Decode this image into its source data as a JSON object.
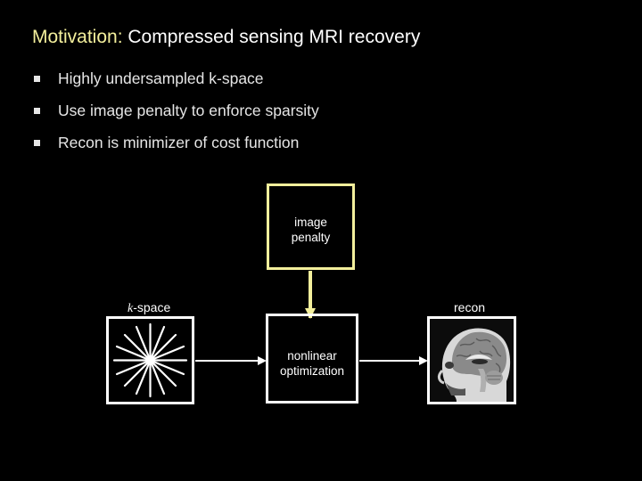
{
  "slide": {
    "title_highlight": "Motivation:",
    "title_rest": " Compressed sensing MRI recovery",
    "bullets": [
      "Highly undersampled k-space",
      "Use image penalty to enforce sparsity",
      "Recon is minimizer of cost function"
    ]
  },
  "diagram": {
    "penalty_label": "image\npenalty",
    "optimization_label": "nonlinear\noptimization",
    "kspace_caption_var": "k",
    "kspace_caption_rest": "-space",
    "recon_caption": "recon"
  },
  "colors": {
    "background": "#000000",
    "title_accent": "#f3ef9c",
    "penalty_box": "#f3ef9c",
    "text": "#ffffff"
  },
  "icons": {
    "kspace": "radial-sampling-spokes-icon",
    "recon": "mri-brain-sagittal-image"
  }
}
